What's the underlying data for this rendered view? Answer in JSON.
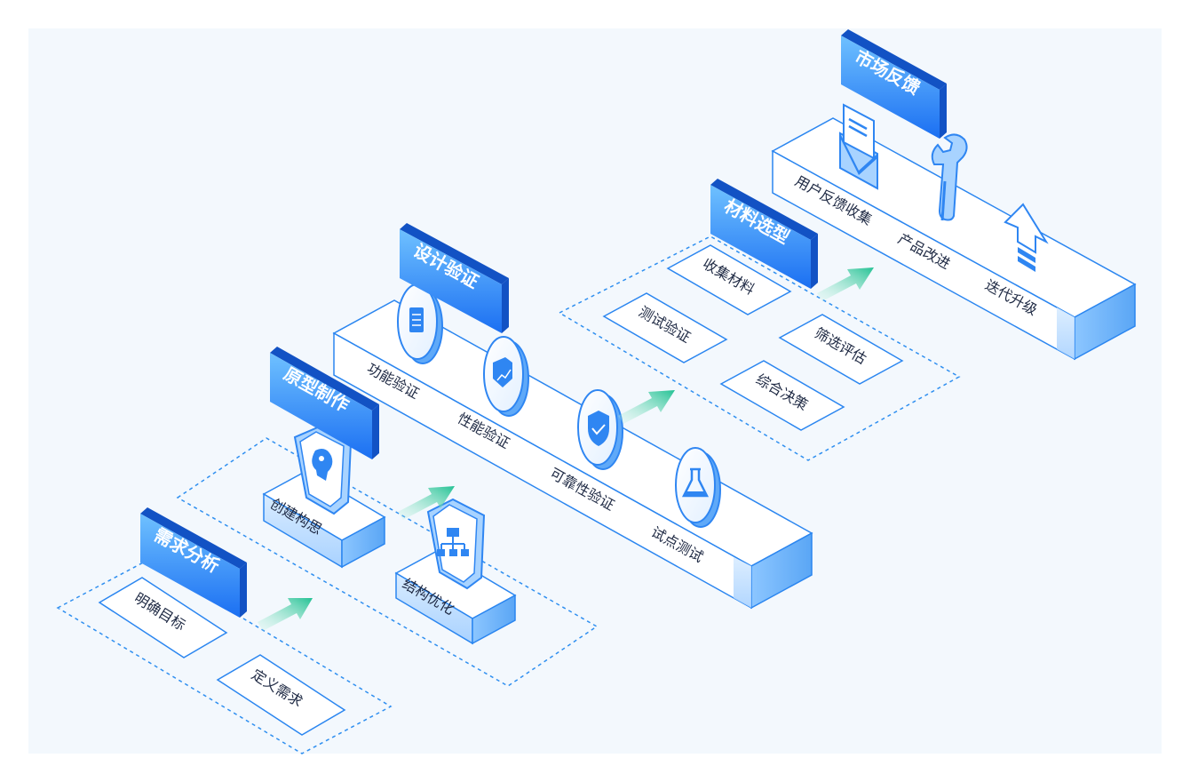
{
  "colors": {
    "canvas": "#f3f8fd",
    "accent": "#1e7ff0",
    "tag_top": "#6fc1ff",
    "tag_bottom": "#1b6ff2",
    "tag_side": "#1252c4",
    "box_face": "#ffffff",
    "box_stroke": "#2b86f0",
    "box_front": "#cfe6ff",
    "box_side": "#7fbcff",
    "dash": "#2f8ff0",
    "arrow_start": "#c4f2e2",
    "arrow_end": "#22c193",
    "icon_fill": "#2f86f2",
    "label_text": "#1f2a44"
  },
  "stages": {
    "requirements": {
      "tag": "需求分析",
      "items": [
        "明确目标",
        "定义需求"
      ],
      "icons": []
    },
    "prototype": {
      "tag": "原型制作",
      "items": [
        "创建构思",
        "结构优化"
      ],
      "icons": [
        "lightbulb-head-icon",
        "org-chart-icon"
      ]
    },
    "design": {
      "tag": "设计验证",
      "items": [
        "功能验证",
        "性能验证",
        "可靠性验证",
        "试点测试"
      ],
      "icons": [
        "document-icon",
        "growth-chart-icon",
        "shield-check-icon",
        "flask-icon"
      ]
    },
    "material": {
      "tag": "材料选型",
      "items": [
        "收集材料",
        "测试验证",
        "筛选评估",
        "综合决策"
      ],
      "icons": []
    },
    "feedback": {
      "tag": "市场反馈",
      "items": [
        "用户反馈收集",
        "产品改进",
        "迭代升级"
      ],
      "icons": [
        "feedback-mail-icon",
        "wrench-icon",
        "upgrade-arrow-icon"
      ]
    }
  },
  "arrows": [
    "green-arrow-icon",
    "green-arrow-icon",
    "green-arrow-icon",
    "green-arrow-icon"
  ]
}
